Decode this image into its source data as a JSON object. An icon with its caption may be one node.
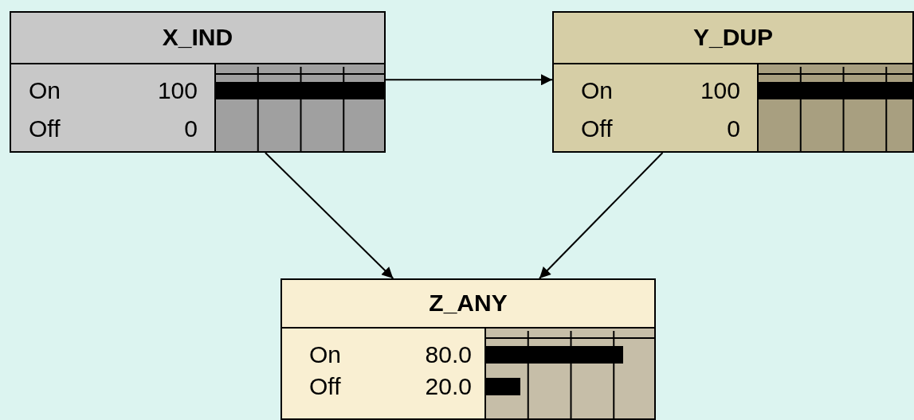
{
  "diagram": {
    "nodes": [
      {
        "text": [
          "X_IND",
          "On",
          "100",
          "Off",
          "0"
        ]
      },
      {
        "text": [
          "Y_DUP",
          "On",
          "100",
          "Off",
          "0"
        ]
      },
      {
        "text": [
          "Z_ANY",
          "On",
          "80.0",
          "Off",
          "20.0"
        ]
      }
    ],
    "edges": [
      {
        "from": 0,
        "to": 1,
        "arrow": "to"
      },
      {
        "from": 0,
        "to": 2,
        "arrow": "to"
      },
      {
        "from": 1,
        "to": 2,
        "arrow": "to"
      }
    ]
  }
}
